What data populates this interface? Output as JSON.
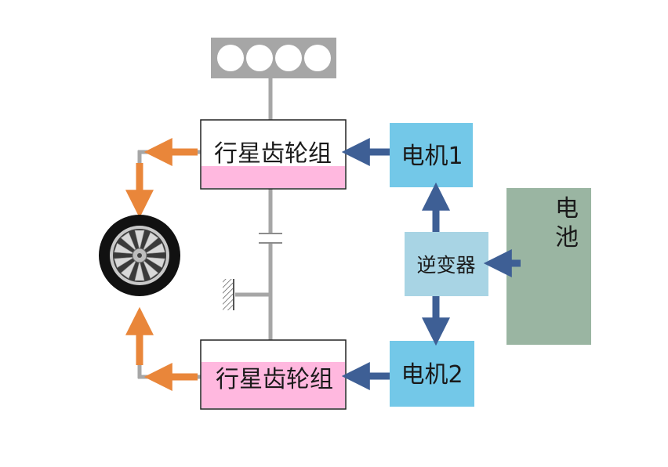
{
  "labels": {
    "gearset_top": "行星齿轮组",
    "gearset_bottom": "行星齿轮组",
    "motor1": "电机1",
    "motor2": "电机2",
    "inverter": "逆变器",
    "battery_line1": "电",
    "battery_line2": "池"
  },
  "colors": {
    "gearset_top": "#ffffff",
    "gearset_bottom": "#ffb8df",
    "motor": "#73c8e8",
    "inverter": "#a8d4e4",
    "battery": "#9ab5a2",
    "arrow_blue": "#3e5f95",
    "arrow_orange": "#e9863a",
    "shaft": "#a6a6a6",
    "engine": "#a6a6a6"
  },
  "icons": {
    "engine": "engine-cylinders-icon",
    "wheel": "wheel-icon",
    "ground": "ground-hatch-icon",
    "clutch": "clutch-icon"
  }
}
